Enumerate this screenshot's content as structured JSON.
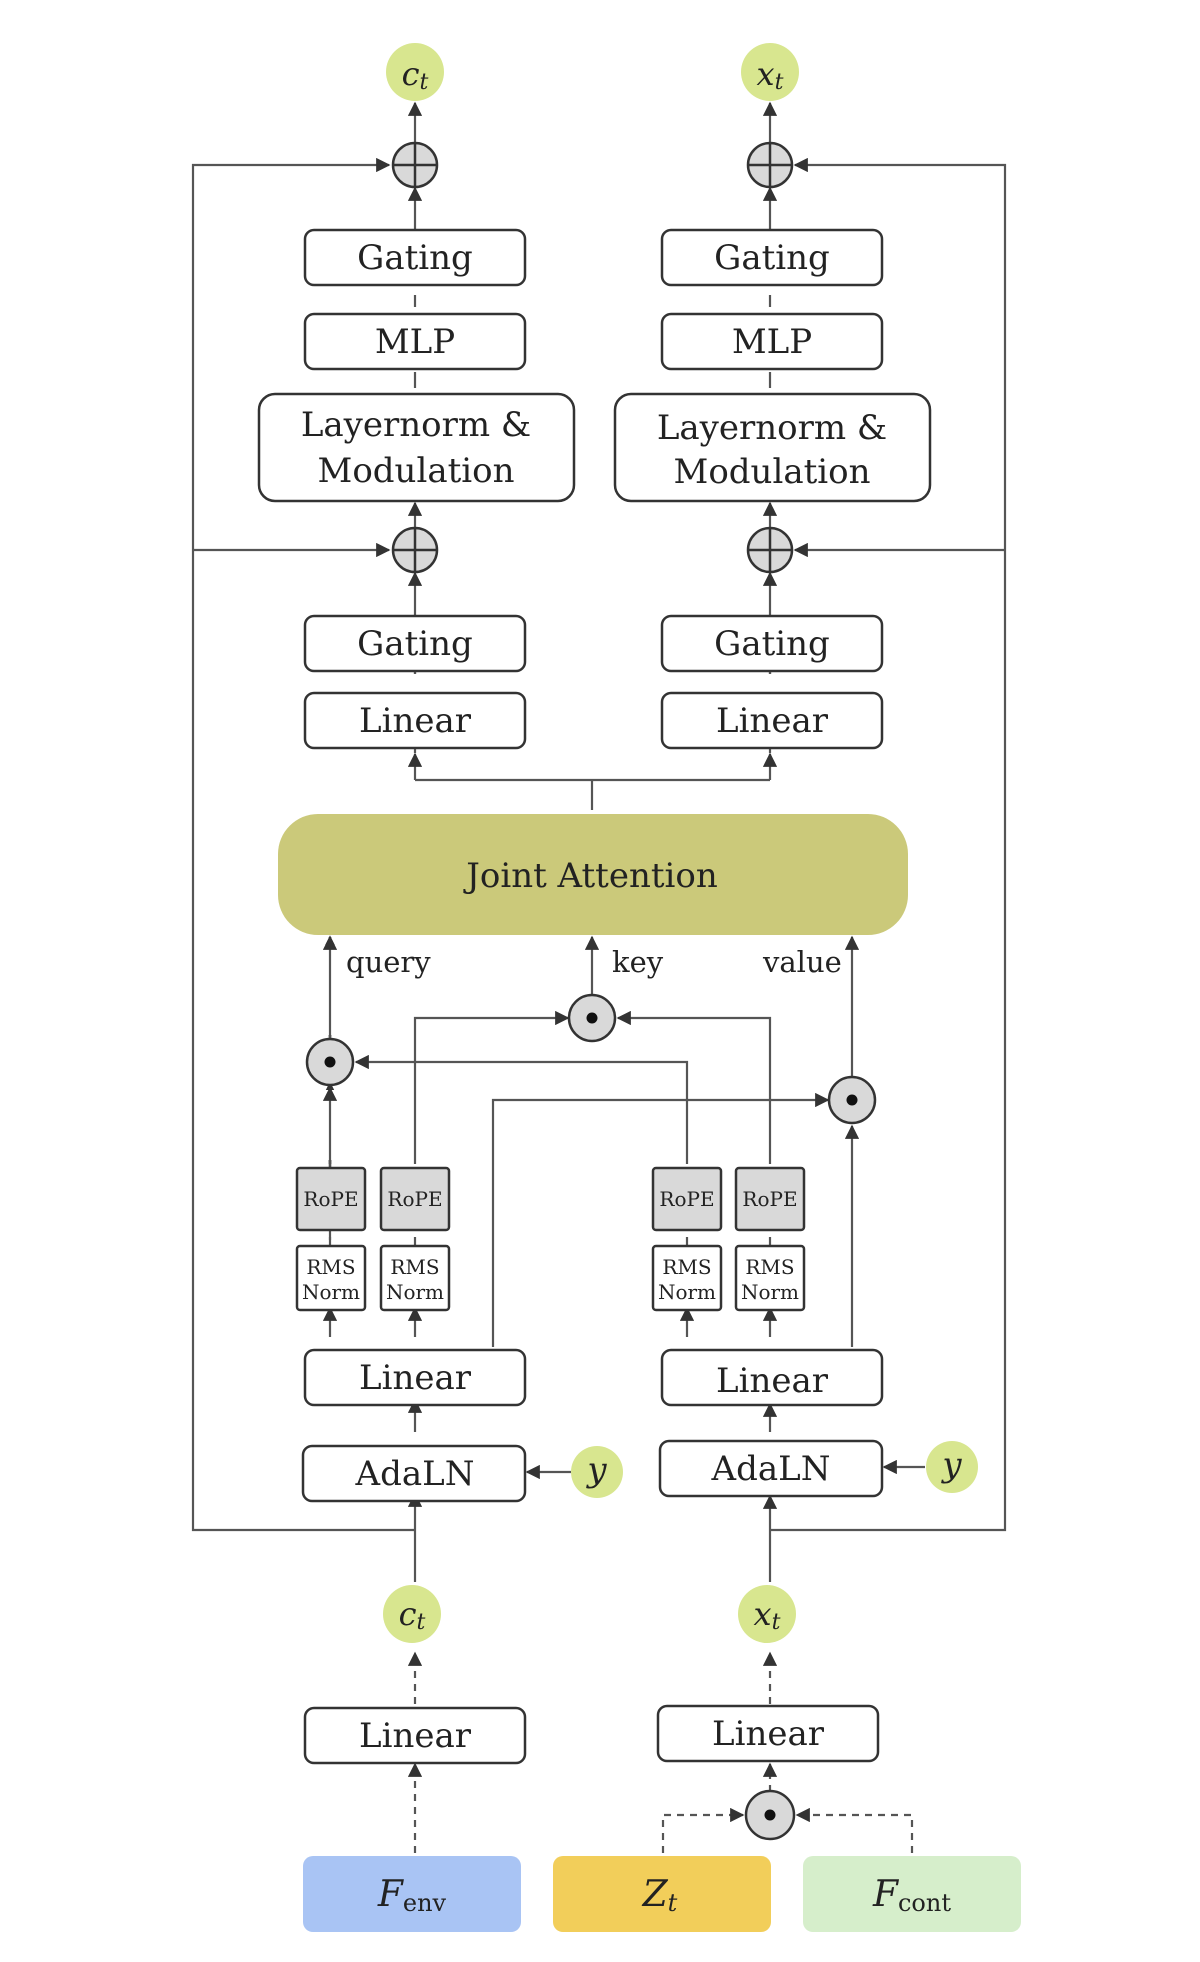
{
  "blocks": {
    "gating": "Gating",
    "mlp": "MLP",
    "layernorm_mod_line1": "Layernorm &",
    "layernorm_mod_line2": "Modulation",
    "linear": "Linear",
    "adaln": "AdaLN",
    "rope": "RoPE",
    "rms_norm_line1": "RMS",
    "rms_norm_line2": "Norm",
    "joint_attention": "Joint Attention"
  },
  "attention_inputs": {
    "query": "query",
    "key": "key",
    "value": "value"
  },
  "variables": {
    "c": {
      "base": "c",
      "sub": "t"
    },
    "x": {
      "base": "x",
      "sub": "t"
    },
    "y": "y"
  },
  "inputs": {
    "f_env": {
      "base": "F",
      "sub": "env",
      "color": "#a9c4f4"
    },
    "z_t": {
      "base": "Z",
      "sub": "t",
      "color": "#f2ce5a"
    },
    "f_cont": {
      "base": "F",
      "sub": "cont",
      "color": "#d6eecb"
    }
  },
  "colors": {
    "variable_node": "#d8e68f",
    "joint_attention": "#cbc97a",
    "operator_node": "#d9d9d9",
    "rope_box": "#d9d9d9"
  }
}
